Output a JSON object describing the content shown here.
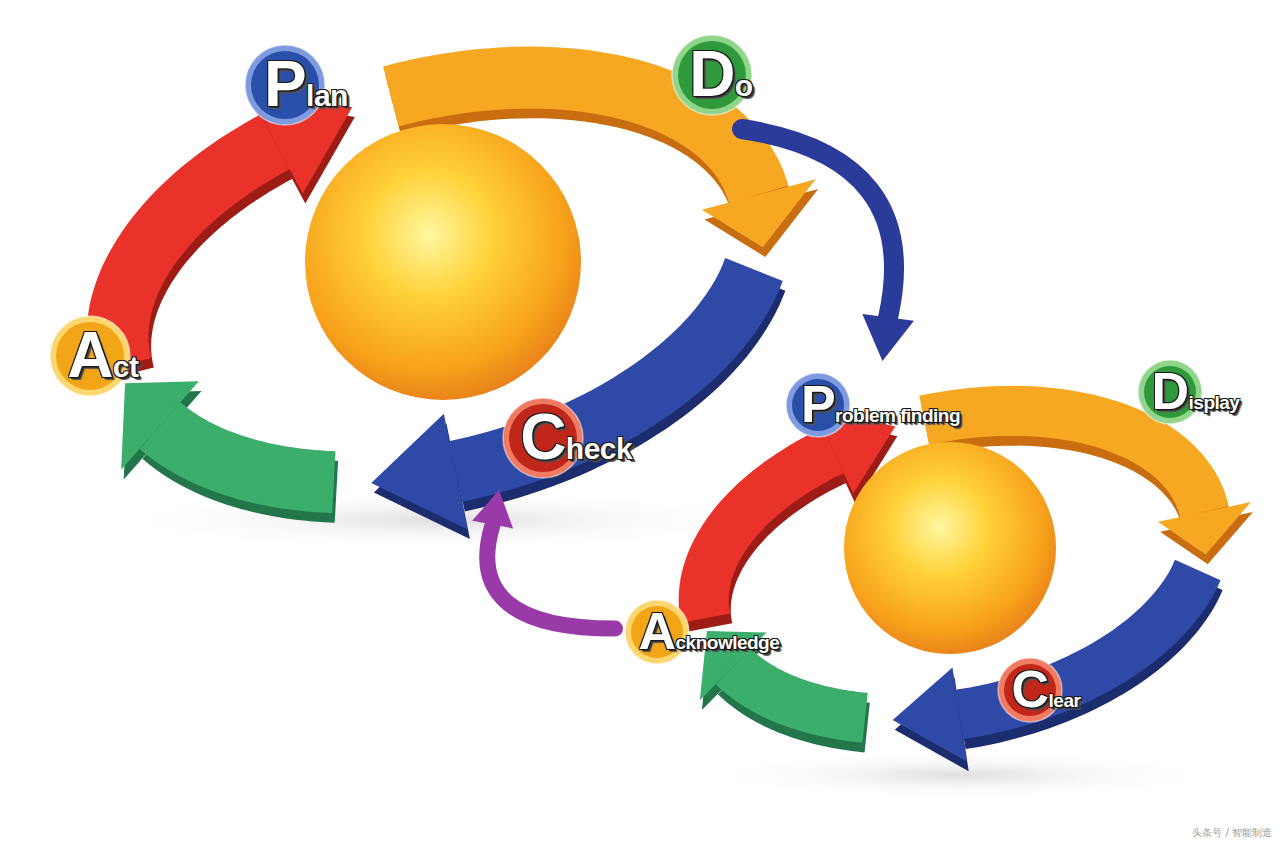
{
  "diagram": {
    "nodes": [
      {
        "text": [
          "Plan"
        ]
      },
      {
        "text": [
          "Do"
        ]
      },
      {
        "text": [
          "Act"
        ]
      },
      {
        "text": [
          "Check"
        ]
      },
      {
        "text": [
          "Problem finding"
        ]
      },
      {
        "text": [
          "Display"
        ]
      },
      {
        "text": [
          "Acknowledge"
        ]
      },
      {
        "text": [
          "Clear"
        ]
      }
    ],
    "edges": [
      {
        "from": 1,
        "to": 4,
        "arrow": "to"
      },
      {
        "from": 6,
        "to": 3,
        "arrow": "to"
      }
    ],
    "labels": [
      "头条号 / 智能制造"
    ]
  }
}
